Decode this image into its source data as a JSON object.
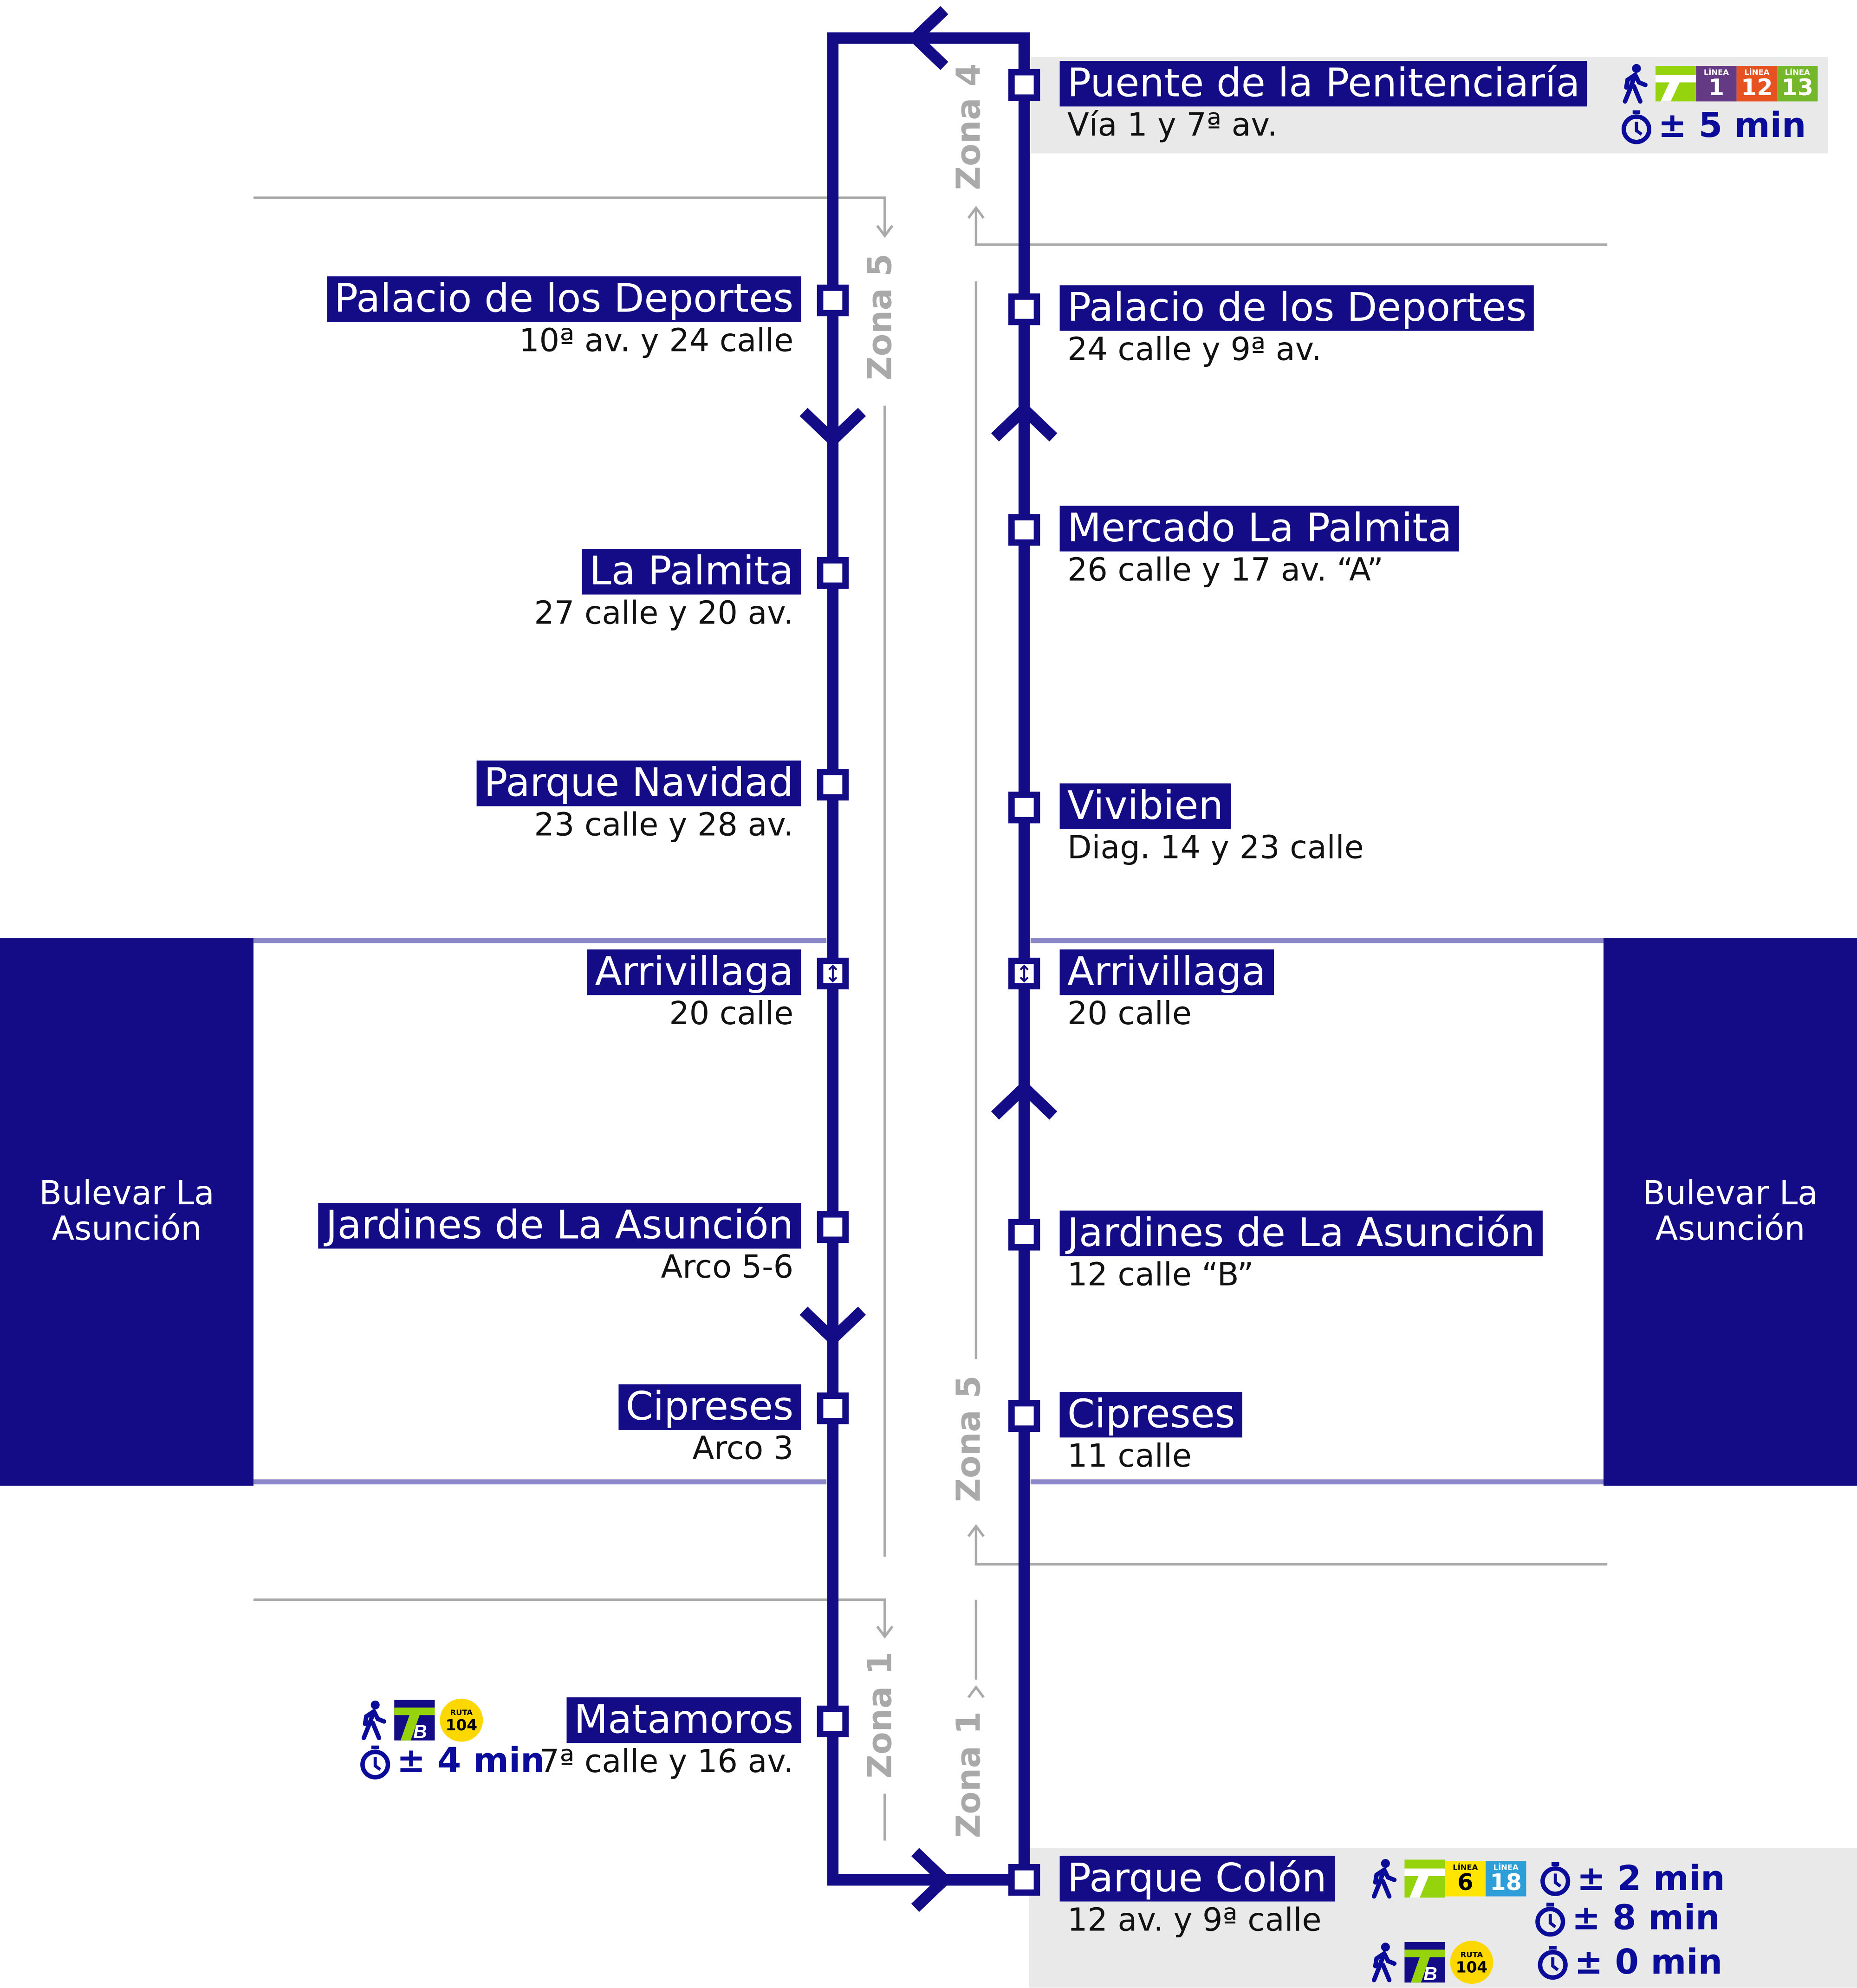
{
  "colors": {
    "route": "#140c87",
    "zone_line": "#a9a9a9",
    "band_line": "#8a86c8",
    "panel": "#e9e9e9",
    "accent_text": "#0c0c9a"
  },
  "zones": {
    "zona4": "Zona 4",
    "zona5_left": "Zona 5",
    "zona5_right": "Zona 5",
    "zona1_left": "Zona 1",
    "zona1_right": "Zona 1"
  },
  "district": {
    "left": "Bulevar La Asunción",
    "right": "Bulevar La Asunción"
  },
  "stops_left": [
    {
      "name": "Palacio de los Deportes",
      "address": "10ª av. y 24 calle"
    },
    {
      "name": "La Palmita",
      "address": "27 calle y 20 av."
    },
    {
      "name": "Parque Navidad",
      "address": "23 calle y 28 av."
    },
    {
      "name": "Arrivillaga",
      "address": "20 calle"
    },
    {
      "name": "Jardines de La Asunción",
      "address": "Arco 5-6"
    },
    {
      "name": "Cipreses",
      "address": "Arco 3"
    },
    {
      "name": "Matamoros",
      "address": "7ª calle y 16 av."
    }
  ],
  "stops_right": [
    {
      "name": "Puente de la Penitenciaría",
      "address": "Vía 1 y 7ª av."
    },
    {
      "name": "Palacio de los Deportes",
      "address": "24 calle y 9ª av."
    },
    {
      "name": "Mercado La Palmita",
      "address": "26 calle y 17 av. “A”"
    },
    {
      "name": "Vivibien",
      "address": "Diag. 14 y 23 calle"
    },
    {
      "name": "Arrivillaga",
      "address": "20 calle"
    },
    {
      "name": "Jardines de La Asunción",
      "address": "12 calle “B”"
    },
    {
      "name": "Cipreses",
      "address": "11 calle"
    },
    {
      "name": "Parque Colón",
      "address": "12 av. y 9ª calle"
    }
  ],
  "transfers": {
    "penitenciaria": {
      "badges": [
        {
          "label": "LÍNEA",
          "num": "1",
          "color": "#643a84"
        },
        {
          "label": "LÍNEA",
          "num": "12",
          "color": "#e65321"
        },
        {
          "label": "LÍNEA",
          "num": "13",
          "color": "#75b72a"
        }
      ],
      "time": "± 5 min"
    },
    "matamoros": {
      "ruta_label": "RUTA",
      "ruta_num": "104",
      "time": "± 4 min"
    },
    "colon": {
      "badges": [
        {
          "label": "LÍNEA",
          "num": "6",
          "color": "#ffe500",
          "text": "#000"
        },
        {
          "label": "LÍNEA",
          "num": "18",
          "color": "#2e9ed9",
          "text": "#fff"
        }
      ],
      "time1": "± 2 min",
      "time2": "± 8 min",
      "ruta_label": "RUTA",
      "ruta_num": "104",
      "time3": "± 0 min"
    }
  }
}
